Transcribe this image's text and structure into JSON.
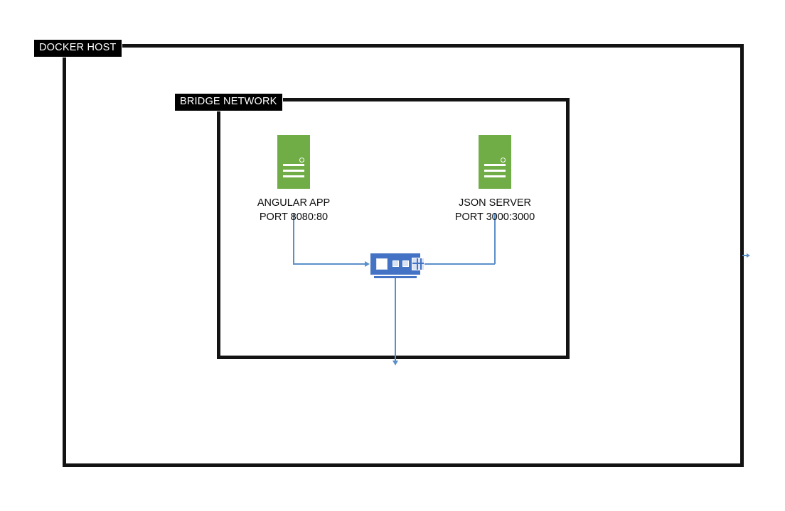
{
  "diagram": {
    "title": "Docker Host Bridge Network Diagram",
    "boundaries": [
      {
        "id": "docker-host",
        "label": "DOCKER HOST"
      },
      {
        "id": "bridge-network",
        "label": "BRIDGE NETWORK"
      }
    ],
    "nodes": [
      {
        "id": "angular-app",
        "icon": "server-icon",
        "name": "ANGULAR APP",
        "port": "PORT 8080:80",
        "color": "#70AD47"
      },
      {
        "id": "json-server",
        "icon": "server-icon",
        "name": "JSON SERVER",
        "port": "PORT 3000:3000",
        "color": "#70AD47"
      }
    ],
    "switch": {
      "id": "network-switch",
      "icon": "network-switch-icon",
      "color": "#4472C4"
    },
    "connector_color": "#5B8FC9",
    "boundary_color": "#131313"
  }
}
